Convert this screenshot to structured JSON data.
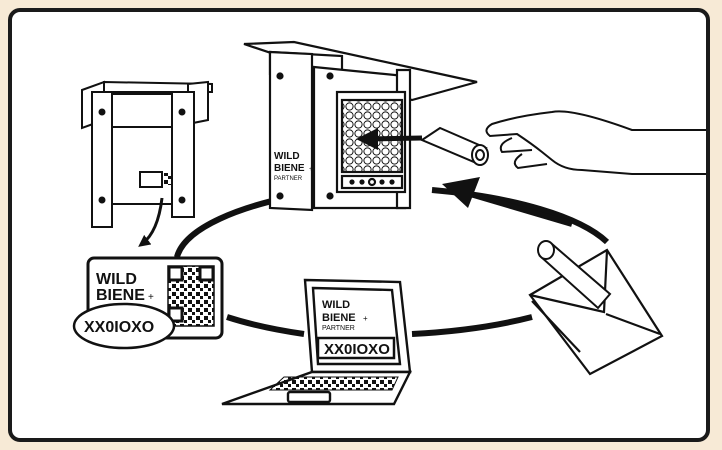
{
  "brand": {
    "line1": "WILD",
    "line2": "BIENE",
    "plus": "+",
    "line3": "PARTNER"
  },
  "code": "XX0IOXO",
  "colors": {
    "outline": "#111111",
    "background": "#f7ead6",
    "panel": "#ffffff"
  },
  "icons": [
    "bee-hotel-icon",
    "cocoon-tube-icon",
    "hand-icon",
    "envelope-icon",
    "laptop-icon",
    "qr-label-icon",
    "cycle-arrow-icon"
  ]
}
